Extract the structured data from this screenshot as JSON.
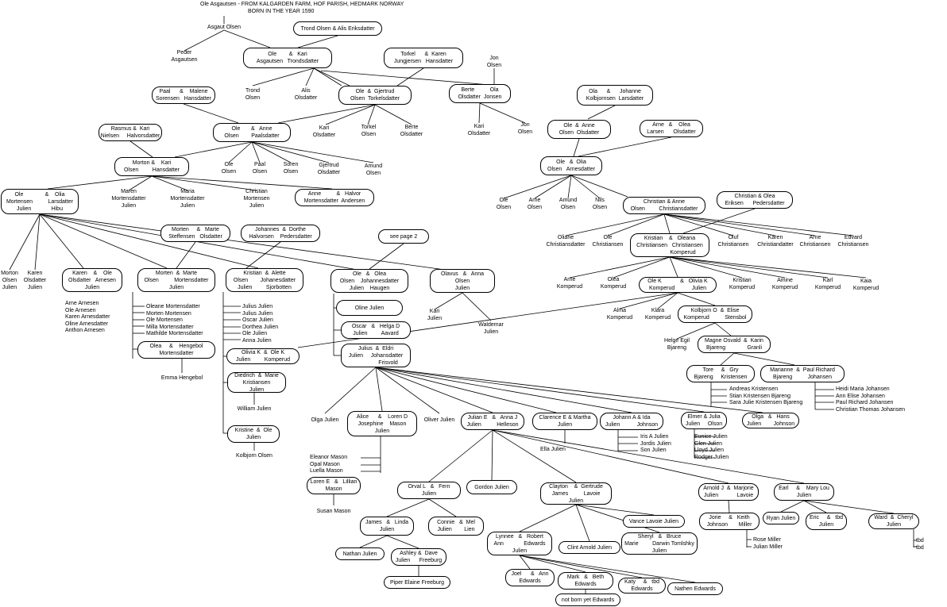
{
  "header": {
    "line1": "Ole Asgautsen - FROM KALGARDEN FARM, HOF PARISH, HEDMARK NORWAY",
    "line2": "BORN IN THE YEAR 1590"
  },
  "nodes": [
    {
      "id": "asgaut",
      "boxed": false,
      "text": "Asgaut Olsen"
    },
    {
      "id": "trond_alis",
      "boxed": true,
      "text": "Trond Olsen & Alis Eriksdatter"
    },
    {
      "id": "peder",
      "boxed": false,
      "text": "Peder\nAsgautsen"
    },
    {
      "id": "ole_kari1",
      "boxed": true,
      "text": "Ole        &   Kari\nAsgautsen   Trondsdatter"
    },
    {
      "id": "torkel_karen",
      "boxed": true,
      "text": "Torkel      &  Karen\nJungjersen   Hansdatter"
    },
    {
      "id": "jon_olsen1",
      "boxed": false,
      "text": "Jon\nOlsen"
    },
    {
      "id": "paal_malene",
      "boxed": true,
      "text": "Paal      &    Malene\nSorensen   Hansdatter"
    },
    {
      "id": "trond2",
      "boxed": false,
      "text": "Trond\nOlsen"
    },
    {
      "id": "alis2",
      "boxed": false,
      "text": "Alis\nOlsdatter"
    },
    {
      "id": "ole_gjertrud",
      "boxed": true,
      "text": "Ole  &  Gjertrud\nOlsen  Torkelsdatter"
    },
    {
      "id": "berte_ola",
      "boxed": true,
      "text": "Berte          Ola\nOlsdatter  Jonsen"
    },
    {
      "id": "ola_johanne",
      "boxed": true,
      "text": "Ola      &      Johanne\nKolbjornsen  Larsdatter"
    },
    {
      "id": "rasmus_kari",
      "boxed": true,
      "text": "Rasmus &  Kari\nNielsen     Halvorsdatter"
    },
    {
      "id": "ole_anne1",
      "boxed": true,
      "text": "Ole       &   Anne\nOlsen        Paalsdatter"
    },
    {
      "id": "kari3",
      "boxed": false,
      "text": "Kari\nOlsdatter"
    },
    {
      "id": "torkel3",
      "boxed": false,
      "text": "Torkel\nOlsen"
    },
    {
      "id": "berte3",
      "boxed": false,
      "text": "Berte\nOlsdatter"
    },
    {
      "id": "kari4",
      "boxed": false,
      "text": "Kari\nOlsdatter"
    },
    {
      "id": "jon4",
      "boxed": false,
      "text": "Jon\nOlsen"
    },
    {
      "id": "ole_anne2",
      "boxed": true,
      "text": "Ole  &  Anne\nOlsen  Olsdatter"
    },
    {
      "id": "arne_olea",
      "boxed": true,
      "text": "Arne   &    Olea\nLarsen      Olsdatter"
    },
    {
      "id": "morton_kari",
      "boxed": true,
      "text": "Morton &    Kari\nOlsen         Hansdatter"
    },
    {
      "id": "ole_s",
      "boxed": false,
      "text": "Ole\nOlsen"
    },
    {
      "id": "paal_s",
      "boxed": false,
      "text": "Paal\nOlsen"
    },
    {
      "id": "soren_s",
      "boxed": false,
      "text": "Soren\nOlsen"
    },
    {
      "id": "gjertrud_s",
      "boxed": false,
      "text": "Gjertrud\nOlsdatter"
    },
    {
      "id": "amund_s",
      "boxed": false,
      "text": "Amund\nOlsen"
    },
    {
      "id": "ole_olia2",
      "boxed": true,
      "text": "Ole   &  Olia\nOlsen   Arnesdatter"
    },
    {
      "id": "ole_olia",
      "boxed": true,
      "text": "Ole              &    Olia\nMortensen          Larsdatter\nJulien             Hibu"
    },
    {
      "id": "maren",
      "boxed": false,
      "text": "Maren\nMortensdatter\nJulien"
    },
    {
      "id": "maria",
      "boxed": false,
      "text": "Maria\nMortensdatter\nJulien"
    },
    {
      "id": "christian_m",
      "boxed": false,
      "text": "Christian\nMortensen\nJulien"
    },
    {
      "id": "anne_halvor",
      "boxed": true,
      "text": "Anne          &   Halvor\nMortensdatter  Andersen"
    },
    {
      "id": "ole5",
      "boxed": false,
      "text": "Ole\nOlsen"
    },
    {
      "id": "arne5",
      "boxed": false,
      "text": "Arne\nOlsen"
    },
    {
      "id": "amund5",
      "boxed": false,
      "text": "Amund\nOlsen"
    },
    {
      "id": "nils5",
      "boxed": false,
      "text": "Nils\nOlsen"
    },
    {
      "id": "christian_anne",
      "boxed": true,
      "text": "Christian & Anne\nOlsen         Christiansdatter"
    },
    {
      "id": "christian_olea",
      "boxed": true,
      "text": "Christian & Olea\nEriksen      Pedersdatter"
    },
    {
      "id": "morten_marte1",
      "boxed": true,
      "text": "Morten     &   Marte\nSteffensen   Olsdatter"
    },
    {
      "id": "johannes_dorthe",
      "boxed": true,
      "text": "Johannes  &  Dorthe\nHalvorsen    Pedersdatter"
    },
    {
      "id": "see_page2",
      "boxed": true,
      "text": "see page 2"
    },
    {
      "id": "oliane",
      "boxed": false,
      "text": "Oliane\nChristiansdatter"
    },
    {
      "id": "ole_chr",
      "boxed": false,
      "text": "Ole\nChristiansen"
    },
    {
      "id": "kristian_oleana",
      "boxed": true,
      "text": "Kristian    &   Oleana\nChristiansen   Christiansen\n                 Komperud"
    },
    {
      "id": "oluf",
      "boxed": false,
      "text": "Oluf\nChristiansen"
    },
    {
      "id": "karen_chr",
      "boxed": false,
      "text": "Karen\nChristiandatter"
    },
    {
      "id": "arne_chr",
      "boxed": false,
      "text": "Arne\nChristiansen"
    },
    {
      "id": "edvard",
      "boxed": false,
      "text": "Edvard\nChristiansen"
    },
    {
      "id": "morton_olsen",
      "boxed": false,
      "text": "Morton\nOlsen\nJulien"
    },
    {
      "id": "karen_olsdatter",
      "boxed": false,
      "text": "Karen\nOlsdatter\nJulien"
    },
    {
      "id": "karen_ole",
      "boxed": true,
      "text": "Karen    &    Ole\nOlsdatter   Arnesen\nJulien"
    },
    {
      "id": "morten_marte2",
      "boxed": true,
      "text": "Morten  &  Marte\nOlsen          Mortensdatter\nJulien"
    },
    {
      "id": "kristian_alette",
      "boxed": true,
      "text": "Kristian  &  Alette\nOlsen        Johanesdatter\nJulien         Sjorbotten"
    },
    {
      "id": "ole_olea",
      "boxed": true,
      "text": "Ole   &   Olea\nOlsen    Johannesdatter\nJulien    Haugen"
    },
    {
      "id": "olavus_anna",
      "boxed": true,
      "text": "Olavus   &   Anna\nOlsen\nJulien"
    },
    {
      "id": "arne_k",
      "boxed": false,
      "text": "Arne\nKomperud"
    },
    {
      "id": "olea_k",
      "boxed": false,
      "text": "Olea\nKomperud"
    },
    {
      "id": "olek_olivia",
      "boxed": true,
      "text": "Ole K            &   Olivia K\nKomperud           Julien"
    },
    {
      "id": "kristian_k",
      "boxed": false,
      "text": "Kristian\nKomperud"
    },
    {
      "id": "amine_k",
      "boxed": false,
      "text": "Amine\nKomperud"
    },
    {
      "id": "karl_k",
      "boxed": false,
      "text": "Karl\nKomperud"
    },
    {
      "id": "kaia_k",
      "boxed": false,
      "text": "Kaia\nKomperud"
    },
    {
      "id": "oline",
      "boxed": true,
      "text": "Oline Julien"
    },
    {
      "id": "kari_j",
      "boxed": false,
      "text": "Kari\nJulien"
    },
    {
      "id": "waldemar",
      "boxed": false,
      "text": "Waldemar\nJulien"
    },
    {
      "id": "alma_k",
      "boxed": false,
      "text": "Alma\nKomperud"
    },
    {
      "id": "klara_k",
      "boxed": false,
      "text": "Klara\nKomperud"
    },
    {
      "id": "kolbjorn_elise",
      "boxed": true,
      "text": "Kolbjorn O  &  Elise\nKomperud          Stensbol"
    },
    {
      "id": "oscar_helga",
      "boxed": true,
      "text": "Oscar   &   Helga D\nJulien         Aavard"
    },
    {
      "id": "olea_hengebol",
      "boxed": true,
      "text": "Olea     &    Hengebol\nMortensdatter"
    },
    {
      "id": "olivia_olek",
      "boxed": true,
      "text": "Olivia K  &  Ole K\nJulien         Komperud"
    },
    {
      "id": "julius_eldri",
      "boxed": true,
      "text": "Julius  &  Eldri\nJulien     Johansdatter\n                Frisvold"
    },
    {
      "id": "helge",
      "boxed": false,
      "text": "Helge Egil\nBjareng"
    },
    {
      "id": "magne_karin",
      "boxed": true,
      "text": "Magne Osvald  &  Karin\nBjareng              Granli"
    },
    {
      "id": "emma",
      "boxed": false,
      "text": "Emma Hengebol"
    },
    {
      "id": "diedrich_marie",
      "boxed": true,
      "text": "Diedrich  &  Marie\nKristiansen\nJulien"
    },
    {
      "id": "tore_gry",
      "boxed": true,
      "text": "Tore     &   Gry\nBjareng     Kristensen"
    },
    {
      "id": "marianne_paul",
      "boxed": true,
      "text": "Marianne  &  Paul Richard\nBjareng          Johansen"
    },
    {
      "id": "william",
      "boxed": false,
      "text": "William Julien"
    },
    {
      "id": "olga",
      "boxed": false,
      "text": "Olga Julien"
    },
    {
      "id": "alice_loren",
      "boxed": true,
      "text": "Alice      &    Loren D\nJosephine    Mason\nJulien"
    },
    {
      "id": "oliver",
      "boxed": false,
      "text": "Oliver Julien"
    },
    {
      "id": "julian_anna",
      "boxed": true,
      "text": "Julian E   &   Anna J\nJulien          Helleson"
    },
    {
      "id": "clarence_martha",
      "boxed": true,
      "text": "Clarence E & Martha\nJulien"
    },
    {
      "id": "johann_ida",
      "boxed": true,
      "text": "Johann A & Ida\nJulien           Johnson"
    },
    {
      "id": "elmer_julia",
      "boxed": true,
      "text": "Elmer & Julia\nJulien     Olson"
    },
    {
      "id": "olga_hans",
      "boxed": true,
      "text": "Olga   &   Hans\nJulien        Johnson"
    },
    {
      "id": "kristine_ole",
      "boxed": true,
      "text": "Kristine  &  Ole\nJulien"
    },
    {
      "id": "ella",
      "boxed": false,
      "text": "Ella Julien"
    },
    {
      "id": "kolbjorn_olsen",
      "boxed": false,
      "text": "Kolbjorn Olsen"
    },
    {
      "id": "loren_lillian",
      "boxed": true,
      "text": "Loren E   &   Lillian\nMason"
    },
    {
      "id": "orval_fern",
      "boxed": true,
      "text": "Orval L   &   Fern\nJulien"
    },
    {
      "id": "gordon",
      "boxed": true,
      "text": "Gordon Julien"
    },
    {
      "id": "clayton_gertrude",
      "boxed": true,
      "text": "Clayton    &  Gertrude\nJames          Lavoie\nJulien"
    },
    {
      "id": "arnold_marjorie",
      "boxed": true,
      "text": "Arnold J  &  Marjorie\nJulien            Lavoie"
    },
    {
      "id": "earl_marylou",
      "boxed": true,
      "text": "Earl     &    Mary Lou\nJulien"
    },
    {
      "id": "susan",
      "boxed": false,
      "text": "Susan Mason"
    },
    {
      "id": "james_linda",
      "boxed": true,
      "text": "James   &   Linda\nJulien"
    },
    {
      "id": "connie_mel",
      "boxed": true,
      "text": "Connie   &  Mel\nJulien        Lien"
    },
    {
      "id": "vance",
      "boxed": true,
      "text": "Vance Lavoie Julien"
    },
    {
      "id": "jorie_keith",
      "boxed": true,
      "text": "Jorie     &   Keith\nJohnson       Miller"
    },
    {
      "id": "ryan",
      "boxed": true,
      "text": "Ryan Julien"
    },
    {
      "id": "eric_tbd",
      "boxed": true,
      "text": "Eric     &   tbd\nJulien"
    },
    {
      "id": "ward_cheryl",
      "boxed": true,
      "text": "Ward  &  Cheryl\nJulien"
    },
    {
      "id": "lynnee_robert",
      "boxed": true,
      "text": "Lynnee   &   Robert\nAnn             Edwards\nJulien"
    },
    {
      "id": "clint",
      "boxed": true,
      "text": "Clint Arnold Julien"
    },
    {
      "id": "sheryl_bruce",
      "boxed": true,
      "text": "Sheryl   &   Bruce\nMarie         Darwin Tomlshky\nJulien"
    },
    {
      "id": "nathan_j",
      "boxed": true,
      "text": "Nathan Julien"
    },
    {
      "id": "ashley_dave",
      "boxed": true,
      "text": "Ashley &  Dave\nJulien      Freeburg"
    },
    {
      "id": "joel_ann",
      "boxed": true,
      "text": "Joel      &   Ann\nEdwards"
    },
    {
      "id": "mark_beth",
      "boxed": true,
      "text": "Mark   &   Beth\nEdwards"
    },
    {
      "id": "katy_tbd",
      "boxed": true,
      "text": "Katy     &   tbd\nEdwards"
    },
    {
      "id": "nathan_e",
      "boxed": true,
      "text": "Nathen Edwards"
    },
    {
      "id": "piper",
      "boxed": true,
      "text": "Piper Elaine Freeburg"
    },
    {
      "id": "notborn",
      "boxed": true,
      "text": "not born yet Edwards"
    }
  ],
  "lists": [
    {
      "id": "karen_ole_children",
      "items": [
        "Arne Arnesen",
        "Ole Arnesen",
        "Karen Arnesdatter",
        "Oline Arnesdatter",
        "Anthon Arnesen"
      ]
    },
    {
      "id": "morten_marte_children",
      "items": [
        "Oleane Mortensdatter",
        "Morten Mortensen",
        "Ole Mortensen",
        "Milla Mortensdatter",
        "Mathilde Mortensdatter"
      ]
    },
    {
      "id": "kristian_alette_children",
      "items": [
        "Julius Julien",
        "Julius Julien",
        "Oscar Julien",
        "Dorthea Julien",
        "Ole Julien",
        "Anna Julien"
      ]
    },
    {
      "id": "tore_gry_children",
      "items": [
        "Andreas Kristensen",
        "Stian Kristensen Bjareng",
        "Sara Julie Kristensen Bjareng"
      ]
    },
    {
      "id": "marianne_paul_children",
      "items": [
        "Heidi Maria Johansen",
        "Ann Elise Johansen",
        "Paul Richard Johansen",
        "Christian Thomas Johansen"
      ]
    },
    {
      "id": "johann_ida_children",
      "items": [
        "Iris A Julien",
        "Jordis Julien",
        "Son Julien"
      ]
    },
    {
      "id": "elmer_julia_children",
      "items": [
        "Eunice Julien",
        "Glen Julien",
        "Lloyd Julien",
        "Rodger Julien"
      ]
    },
    {
      "id": "alice_loren_children",
      "items": [
        "Eleanor Mason",
        "Opal Mason",
        "Luella Mason"
      ]
    },
    {
      "id": "jorie_keith_children",
      "items": [
        "Rose Miller",
        "Julian Miller"
      ]
    },
    {
      "id": "ward_cheryl_children",
      "items": [
        "tbd",
        "tbd"
      ]
    }
  ]
}
